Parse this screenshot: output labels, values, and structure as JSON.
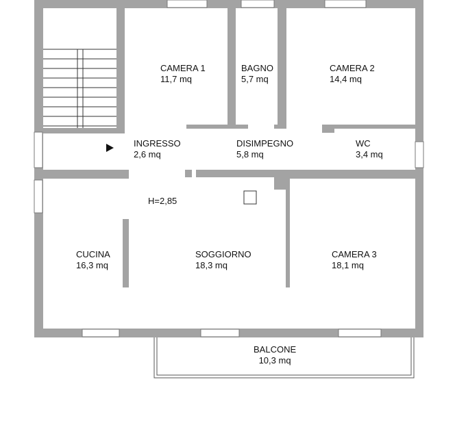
{
  "rooms": {
    "camera1": {
      "name": "CAMERA 1",
      "area": "11,7 mq"
    },
    "bagno": {
      "name": "BAGNO",
      "area": "5,7 mq"
    },
    "camera2": {
      "name": "CAMERA 2",
      "area": "14,4 mq"
    },
    "ingresso": {
      "name": "INGRESSO",
      "area": "2,6 mq"
    },
    "disimpegno": {
      "name": "DISIMPEGNO",
      "area": "5,8 mq"
    },
    "wc": {
      "name": "WC",
      "area": "3,4 mq"
    },
    "cucina": {
      "name": "CUCINA",
      "area": "16,3 mq"
    },
    "soggiorno": {
      "name": "SOGGIORNO",
      "area": "18,3 mq"
    },
    "camera3": {
      "name": "CAMERA 3",
      "area": "18,1 mq"
    },
    "balcone": {
      "name": "BALCONE",
      "area": "10,3 mq"
    }
  },
  "height_note": "H=2,85",
  "colors": {
    "wall": "#a3a3a3",
    "floor": "#ffffff",
    "text": "#111111"
  }
}
